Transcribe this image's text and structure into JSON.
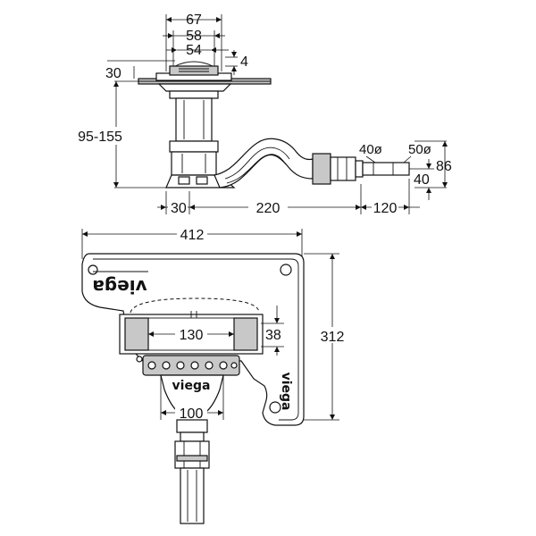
{
  "top_view": {
    "dims": {
      "d67": "67",
      "d58": "58",
      "d54": "54",
      "d4": "4",
      "d30_top": "30",
      "d95_155": "95-155",
      "d40_dia": "40ø",
      "d50_dia": "50ø",
      "d86": "86",
      "d40": "40",
      "d30_bottom": "30",
      "d220": "220",
      "d120": "120"
    }
  },
  "bottom_view": {
    "dims": {
      "d412": "412",
      "d312": "312",
      "d130": "130",
      "d38": "38",
      "d100": "100"
    },
    "brand_top": "viega",
    "brand_mid": "viega",
    "brand_side": "viega"
  },
  "colors": {
    "line": "#111111",
    "shade": "#c8c8c8",
    "background": "#ffffff"
  }
}
